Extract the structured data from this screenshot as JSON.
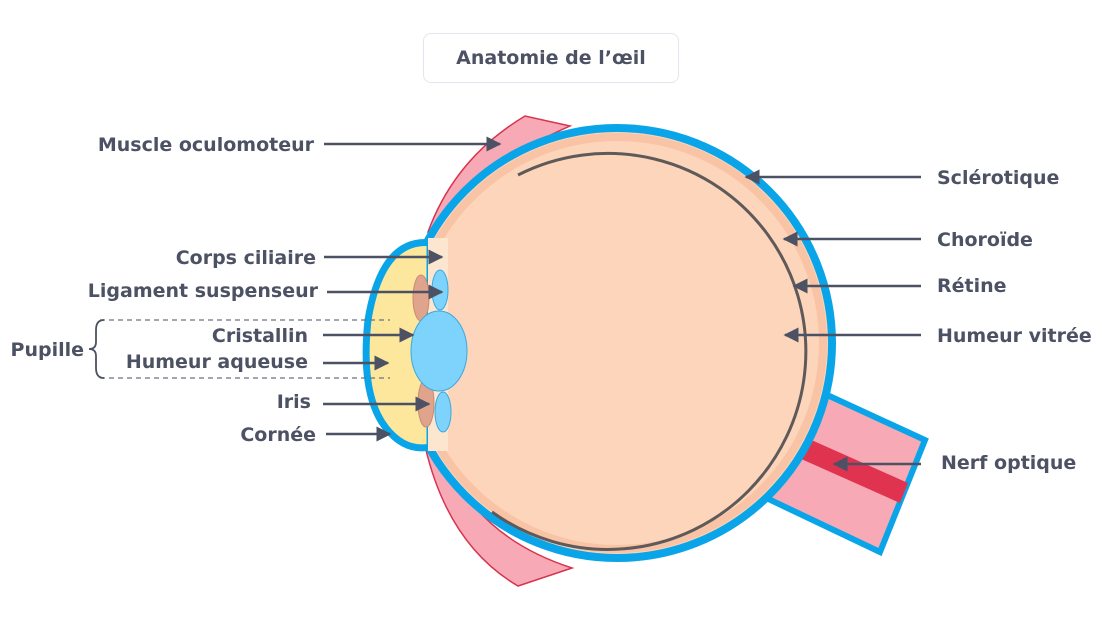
{
  "title": "Anatomie de l’œil",
  "labels": {
    "muscle": "Muscle oculomoteur",
    "corps_ciliaire": "Corps ciliaire",
    "ligament": "Ligament suspenseur",
    "cristallin": "Cristallin",
    "humeur_aqueuse": "Humeur aqueuse",
    "pupille": "Pupille",
    "iris": "Iris",
    "cornee": "Cornée",
    "sclerotique": "Sclérotique",
    "choroide": "Choroïde",
    "retine": "Rétine",
    "humeur_vitree": "Humeur vitrée",
    "nerf": "Nerf optique"
  },
  "colors": {
    "sclera": "#0aa5e8",
    "vitreous": "#fdd5ba",
    "choroid": "#f9c3a5",
    "retina": "#5f5a5a",
    "muscle": "#f7aab6",
    "muscle_edge": "#d8334f",
    "nerve_stripe": "#e03350",
    "cornea_fill": "#fce79c",
    "lens": "#7dd3fb",
    "iris": "#e0a48c",
    "text": "#4c5263"
  }
}
